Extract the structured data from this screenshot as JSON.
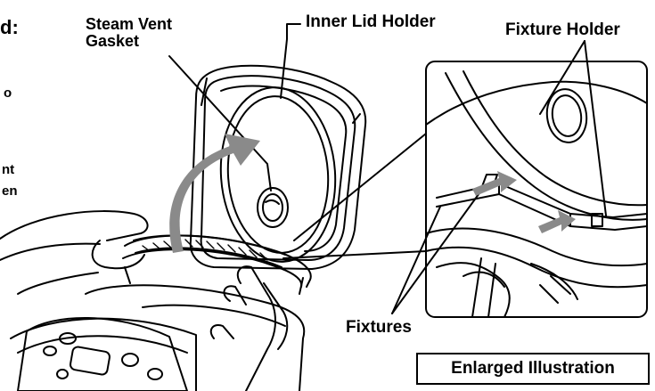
{
  "labels": {
    "steam_vent_gasket_line1": "Steam Vent",
    "steam_vent_gasket_line2": "Gasket",
    "inner_lid_holder": "Inner Lid Holder",
    "fixture_holder": "Fixture Holder",
    "fixtures": "Fixtures",
    "enlarged_illustration": "Enlarged Illustration"
  },
  "edge_fragments": {
    "heading_tail": "d:",
    "line_a": "o",
    "line_b": "nt",
    "line_c": "en"
  },
  "colors": {
    "ink": "#000000",
    "arrow_gray": "#8a8a8a",
    "background": "#ffffff"
  }
}
